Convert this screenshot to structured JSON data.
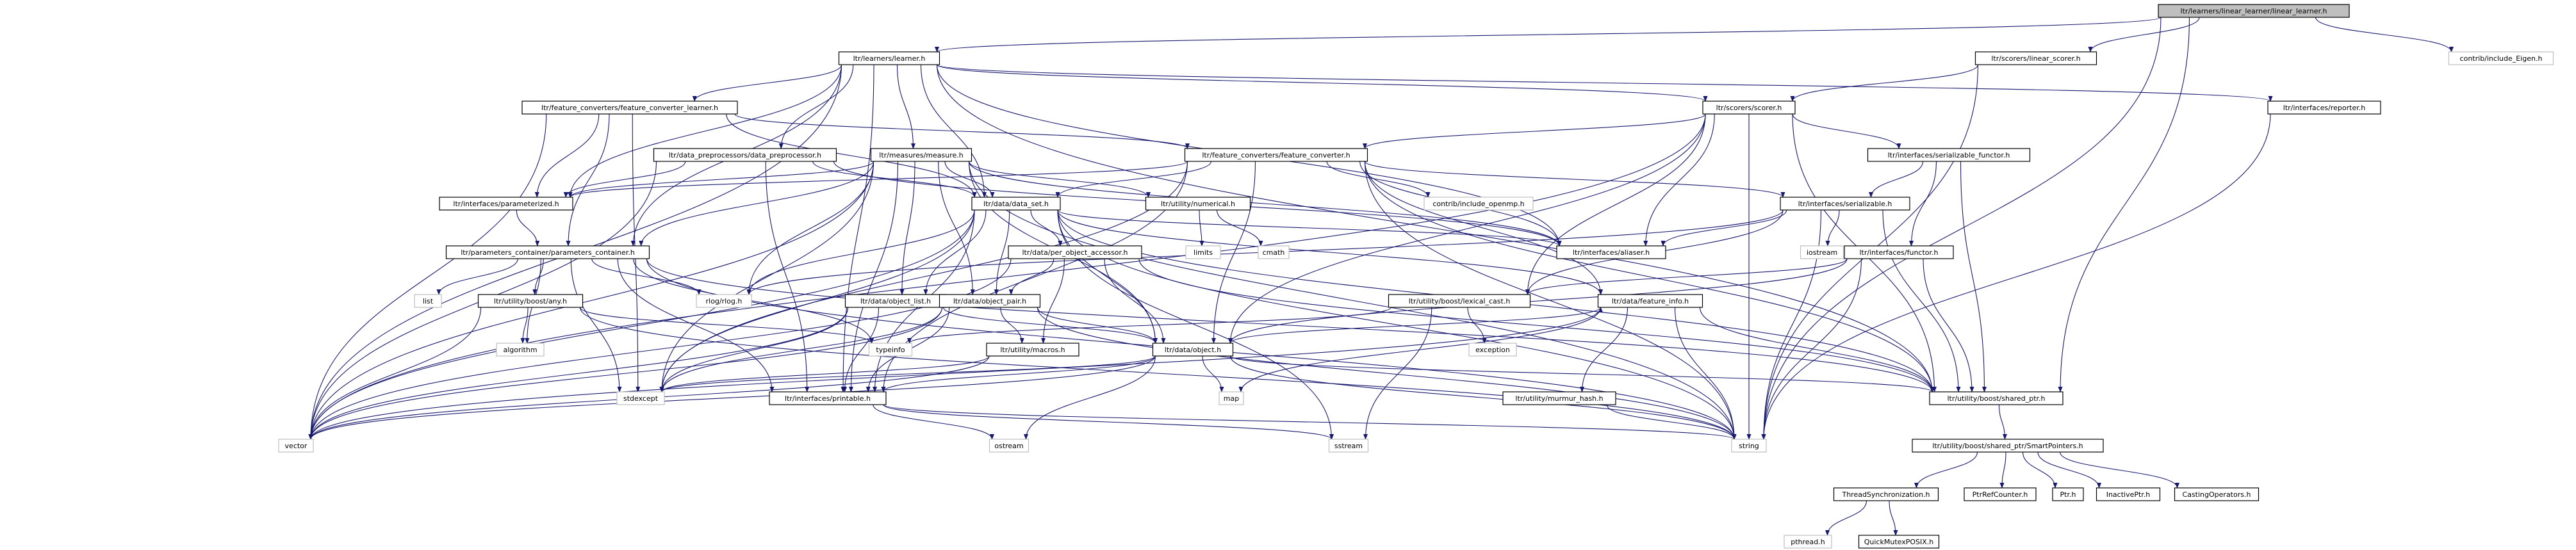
{
  "diagram": {
    "root": "ltr/learners/linear_learner/linear_learner.h",
    "nodes": [
      {
        "id": "linear_learner",
        "label": "ltr/learners/linear_learner/linear_learner.h",
        "root": true
      },
      {
        "id": "learner",
        "label": "ltr/learners/learner.h"
      },
      {
        "id": "linear_scorer",
        "label": "ltr/scorers/linear_scorer.h"
      },
      {
        "id": "eigen",
        "label": "contrib/include_Eigen.h",
        "external": true
      },
      {
        "id": "fc_learner",
        "label": "ltr/feature_converters/feature_converter_learner.h"
      },
      {
        "id": "scorer",
        "label": "ltr/scorers/scorer.h"
      },
      {
        "id": "reporter",
        "label": "ltr/interfaces/reporter.h"
      },
      {
        "id": "data_prep",
        "label": "ltr/data_preprocessors/data_preprocessor.h"
      },
      {
        "id": "measure",
        "label": "ltr/measures/measure.h"
      },
      {
        "id": "fc",
        "label": "ltr/feature_converters/feature_converter.h"
      },
      {
        "id": "ser_functor",
        "label": "ltr/interfaces/serializable_functor.h"
      },
      {
        "id": "parameterized",
        "label": "ltr/interfaces/parameterized.h"
      },
      {
        "id": "data_set",
        "label": "ltr/data/data_set.h"
      },
      {
        "id": "numerical",
        "label": "ltr/utility/numerical.h"
      },
      {
        "id": "openmp",
        "label": "contrib/include_openmp.h",
        "external": true
      },
      {
        "id": "serializable",
        "label": "ltr/interfaces/serializable.h"
      },
      {
        "id": "params_container",
        "label": "ltr/parameters_container/parameters_container.h"
      },
      {
        "id": "per_obj_acc",
        "label": "ltr/data/per_object_accessor.h"
      },
      {
        "id": "limits",
        "label": "limits",
        "external": true
      },
      {
        "id": "cmath",
        "label": "cmath",
        "external": true
      },
      {
        "id": "aliaser",
        "label": "ltr/interfaces/aliaser.h"
      },
      {
        "id": "iostream",
        "label": "iostream",
        "external": true
      },
      {
        "id": "functor",
        "label": "ltr/interfaces/functor.h"
      },
      {
        "id": "list",
        "label": "list",
        "external": true
      },
      {
        "id": "any",
        "label": "ltr/utility/boost/any.h"
      },
      {
        "id": "rlog",
        "label": "rlog/rlog.h",
        "external": true
      },
      {
        "id": "object_list",
        "label": "ltr/data/object_list.h"
      },
      {
        "id": "object_pair",
        "label": "ltr/data/object_pair.h"
      },
      {
        "id": "lexical_cast",
        "label": "ltr/utility/boost/lexical_cast.h"
      },
      {
        "id": "feature_info",
        "label": "ltr/data/feature_info.h"
      },
      {
        "id": "typeinfo",
        "label": "typeinfo",
        "external": true
      },
      {
        "id": "exception",
        "label": "exception",
        "external": true
      },
      {
        "id": "algorithm",
        "label": "algorithm",
        "external": true
      },
      {
        "id": "macros",
        "label": "ltr/utility/macros.h"
      },
      {
        "id": "object",
        "label": "ltr/data/object.h"
      },
      {
        "id": "stdexcept",
        "label": "stdexcept",
        "external": true
      },
      {
        "id": "printable",
        "label": "ltr/interfaces/printable.h"
      },
      {
        "id": "map",
        "label": "map",
        "external": true
      },
      {
        "id": "shared_ptr",
        "label": "ltr/utility/boost/shared_ptr.h"
      },
      {
        "id": "murmur",
        "label": "ltr/utility/murmur_hash.h"
      },
      {
        "id": "vector",
        "label": "vector",
        "external": true
      },
      {
        "id": "ostream",
        "label": "ostream",
        "external": true
      },
      {
        "id": "sstream",
        "label": "sstream",
        "external": true
      },
      {
        "id": "string",
        "label": "string",
        "external": true
      },
      {
        "id": "smart_pointers",
        "label": "ltr/utility/boost/shared_ptr/SmartPointers.h"
      },
      {
        "id": "thread_sync",
        "label": "ThreadSynchronization.h"
      },
      {
        "id": "ptr_ref_counter",
        "label": "PtrRefCounter.h"
      },
      {
        "id": "ptr",
        "label": "Ptr.h"
      },
      {
        "id": "inactive_ptr",
        "label": "InactivePtr.h"
      },
      {
        "id": "casting_ops",
        "label": "CastingOperators.h"
      },
      {
        "id": "pthread",
        "label": "pthread.h",
        "external": true
      },
      {
        "id": "quick_mutex",
        "label": "QuickMutexPOSIX.h"
      }
    ],
    "edges": [
      [
        "linear_learner",
        "learner"
      ],
      [
        "linear_learner",
        "linear_scorer"
      ],
      [
        "linear_learner",
        "eigen"
      ],
      [
        "linear_learner",
        "shared_ptr"
      ],
      [
        "linear_learner",
        "string"
      ],
      [
        "learner",
        "fc_learner"
      ],
      [
        "learner",
        "scorer"
      ],
      [
        "learner",
        "reporter"
      ],
      [
        "learner",
        "data_prep"
      ],
      [
        "learner",
        "measure"
      ],
      [
        "learner",
        "parameterized"
      ],
      [
        "learner",
        "data_set"
      ],
      [
        "learner",
        "params_container"
      ],
      [
        "learner",
        "aliaser"
      ],
      [
        "learner",
        "printable"
      ],
      [
        "learner",
        "vector"
      ],
      [
        "learner",
        "shared_ptr"
      ],
      [
        "linear_scorer",
        "scorer"
      ],
      [
        "linear_scorer",
        "string"
      ],
      [
        "fc_learner",
        "fc"
      ],
      [
        "fc_learner",
        "parameterized"
      ],
      [
        "fc_learner",
        "data_set"
      ],
      [
        "fc_learner",
        "params_container"
      ],
      [
        "fc_learner",
        "vector"
      ],
      [
        "fc_learner",
        "stdexcept"
      ],
      [
        "scorer",
        "fc"
      ],
      [
        "scorer",
        "ser_functor"
      ],
      [
        "scorer",
        "aliaser"
      ],
      [
        "scorer",
        "lexical_cast"
      ],
      [
        "scorer",
        "object"
      ],
      [
        "scorer",
        "shared_ptr"
      ],
      [
        "scorer",
        "string"
      ],
      [
        "scorer",
        "vector"
      ],
      [
        "reporter",
        "string"
      ],
      [
        "data_prep",
        "parameterized"
      ],
      [
        "data_prep",
        "data_set"
      ],
      [
        "data_prep",
        "aliaser"
      ],
      [
        "data_prep",
        "printable"
      ],
      [
        "data_prep",
        "vector"
      ],
      [
        "measure",
        "parameterized"
      ],
      [
        "measure",
        "data_set"
      ],
      [
        "measure",
        "numerical"
      ],
      [
        "measure",
        "params_container"
      ],
      [
        "measure",
        "object_list"
      ],
      [
        "measure",
        "object_pair"
      ],
      [
        "measure",
        "object"
      ],
      [
        "measure",
        "rlog"
      ],
      [
        "measure",
        "printable"
      ],
      [
        "measure",
        "stdexcept"
      ],
      [
        "measure",
        "vector"
      ],
      [
        "measure",
        "string"
      ],
      [
        "measure",
        "aliaser"
      ],
      [
        "fc",
        "parameterized"
      ],
      [
        "fc",
        "data_set"
      ],
      [
        "fc",
        "serializable"
      ],
      [
        "fc",
        "aliaser"
      ],
      [
        "fc",
        "object"
      ],
      [
        "fc",
        "feature_info"
      ],
      [
        "fc",
        "openmp"
      ],
      [
        "fc",
        "printable"
      ],
      [
        "fc",
        "shared_ptr"
      ],
      [
        "fc",
        "string"
      ],
      [
        "fc",
        "stdexcept"
      ],
      [
        "ser_functor",
        "serializable"
      ],
      [
        "ser_functor",
        "functor"
      ],
      [
        "ser_functor",
        "shared_ptr"
      ],
      [
        "parameterized",
        "params_container"
      ],
      [
        "data_set",
        "per_obj_acc"
      ],
      [
        "data_set",
        "object_list"
      ],
      [
        "data_set",
        "object_pair"
      ],
      [
        "data_set",
        "object"
      ],
      [
        "data_set",
        "feature_info"
      ],
      [
        "data_set",
        "aliaser"
      ],
      [
        "data_set",
        "printable"
      ],
      [
        "data_set",
        "rlog"
      ],
      [
        "data_set",
        "shared_ptr"
      ],
      [
        "data_set",
        "vector"
      ],
      [
        "data_set",
        "stdexcept"
      ],
      [
        "data_set",
        "string"
      ],
      [
        "data_set",
        "sstream"
      ],
      [
        "numerical",
        "limits"
      ],
      [
        "numerical",
        "cmath"
      ],
      [
        "serializable",
        "aliaser"
      ],
      [
        "serializable",
        "iostream"
      ],
      [
        "serializable",
        "lexical_cast"
      ],
      [
        "serializable",
        "shared_ptr"
      ],
      [
        "serializable",
        "string"
      ],
      [
        "serializable",
        "rlog"
      ],
      [
        "params_container",
        "list"
      ],
      [
        "params_container",
        "any"
      ],
      [
        "params_container",
        "rlog"
      ],
      [
        "params_container",
        "printable"
      ],
      [
        "params_container",
        "shared_ptr"
      ],
      [
        "params_container",
        "string"
      ],
      [
        "params_container",
        "typeinfo"
      ],
      [
        "params_container",
        "stdexcept"
      ],
      [
        "params_container",
        "algorithm"
      ],
      [
        "per_obj_acc",
        "object_pair"
      ],
      [
        "per_obj_acc",
        "object"
      ],
      [
        "per_obj_acc",
        "macros"
      ],
      [
        "per_obj_acc",
        "shared_ptr"
      ],
      [
        "per_obj_acc",
        "vector"
      ],
      [
        "functor",
        "lexical_cast"
      ],
      [
        "functor",
        "shared_ptr"
      ],
      [
        "functor",
        "object"
      ],
      [
        "functor",
        "string"
      ],
      [
        "any",
        "typeinfo"
      ],
      [
        "any",
        "algorithm"
      ],
      [
        "any",
        "vector"
      ],
      [
        "any",
        "string"
      ],
      [
        "object_list",
        "object"
      ],
      [
        "object_list",
        "printable"
      ],
      [
        "object_list",
        "vector"
      ],
      [
        "object_list",
        "stdexcept"
      ],
      [
        "object_pair",
        "object"
      ],
      [
        "object_pair",
        "printable"
      ],
      [
        "object_pair",
        "vector"
      ],
      [
        "object_pair",
        "macros"
      ],
      [
        "object_pair",
        "stdexcept"
      ],
      [
        "object_pair",
        "string"
      ],
      [
        "lexical_cast",
        "exception"
      ],
      [
        "lexical_cast",
        "typeinfo"
      ],
      [
        "lexical_cast",
        "sstream"
      ],
      [
        "feature_info",
        "murmur"
      ],
      [
        "feature_info",
        "map"
      ],
      [
        "feature_info",
        "vector"
      ],
      [
        "feature_info",
        "string"
      ],
      [
        "feature_info",
        "shared_ptr"
      ],
      [
        "macros",
        "stdexcept"
      ],
      [
        "macros",
        "vector"
      ],
      [
        "object",
        "feature_info"
      ],
      [
        "object",
        "map"
      ],
      [
        "object",
        "printable"
      ],
      [
        "object",
        "shared_ptr"
      ],
      [
        "object",
        "vector"
      ],
      [
        "object",
        "string"
      ],
      [
        "object",
        "ostream"
      ],
      [
        "object",
        "stdexcept"
      ],
      [
        "printable",
        "ostream"
      ],
      [
        "printable",
        "sstream"
      ],
      [
        "printable",
        "string"
      ],
      [
        "shared_ptr",
        "smart_pointers"
      ],
      [
        "murmur",
        "string"
      ],
      [
        "smart_pointers",
        "thread_sync"
      ],
      [
        "smart_pointers",
        "ptr_ref_counter"
      ],
      [
        "smart_pointers",
        "ptr"
      ],
      [
        "smart_pointers",
        "inactive_ptr"
      ],
      [
        "smart_pointers",
        "casting_ops"
      ],
      [
        "thread_sync",
        "pthread"
      ],
      [
        "thread_sync",
        "quick_mutex"
      ]
    ]
  }
}
